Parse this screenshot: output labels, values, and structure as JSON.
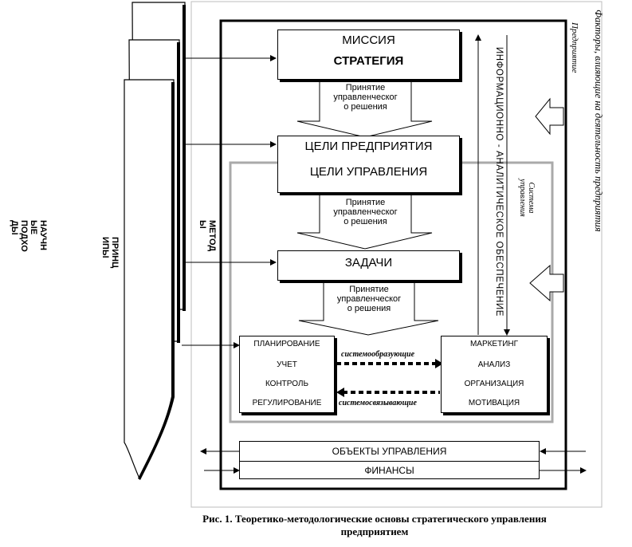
{
  "diagram": {
    "mission": "МИССИЯ",
    "strategy": "СТРАТЕГИЯ",
    "decision_1": [
      "Принятие",
      "управленческог",
      "о решения"
    ],
    "enterprise_goals": "ЦЕЛИ ПРЕДПРИЯТИЯ",
    "management_goals": "ЦЕЛИ УПРАВЛЕНИЯ",
    "decision_2": [
      "Принятие",
      "управленческог",
      "о  решения"
    ],
    "tasks": "ЗАДАЧИ",
    "decision_3": [
      "Принятие",
      "управленческог",
      "о  решения"
    ],
    "left_functions": [
      "ПЛАНИРОВАНИЕ",
      "УЧЕТ",
      "КОНТРОЛЬ",
      "РЕГУЛИРОВАНИЕ"
    ],
    "right_functions": [
      "МАРКЕТИНГ",
      "АНАЛИЗ",
      "ОРГАНИЗАЦИЯ",
      "МОТИВАЦИЯ"
    ],
    "system_forming": "системообразующие",
    "system_linking": "системосвязывающие",
    "info_support": "ИНФОРМАЦИОННО - АНАЛИТИЧЕСКОЕ  ОБЕСПЕЧЕНИЕ",
    "management_system": [
      "Система",
      "управления"
    ],
    "factors": "Факторы, влияющие на деятельность предприятия",
    "enterprise": "Предприятие",
    "objects": "ОБЪЕКТЫ УПРАВЛЕНИЯ",
    "finance": "ФИНАНСЫ",
    "scientific_approaches": [
      "НАУЧН",
      "ЫЕ",
      "ПОДХО",
      "ДЫ"
    ],
    "principles": [
      "ПРИНЦ",
      "ИПЫ"
    ],
    "methods": [
      "МЕТОД",
      "Ы"
    ],
    "caption_line1": "Рис. 1.  Теоретико-методологические основы стратегического управления",
    "caption_line2": "предприятием"
  }
}
